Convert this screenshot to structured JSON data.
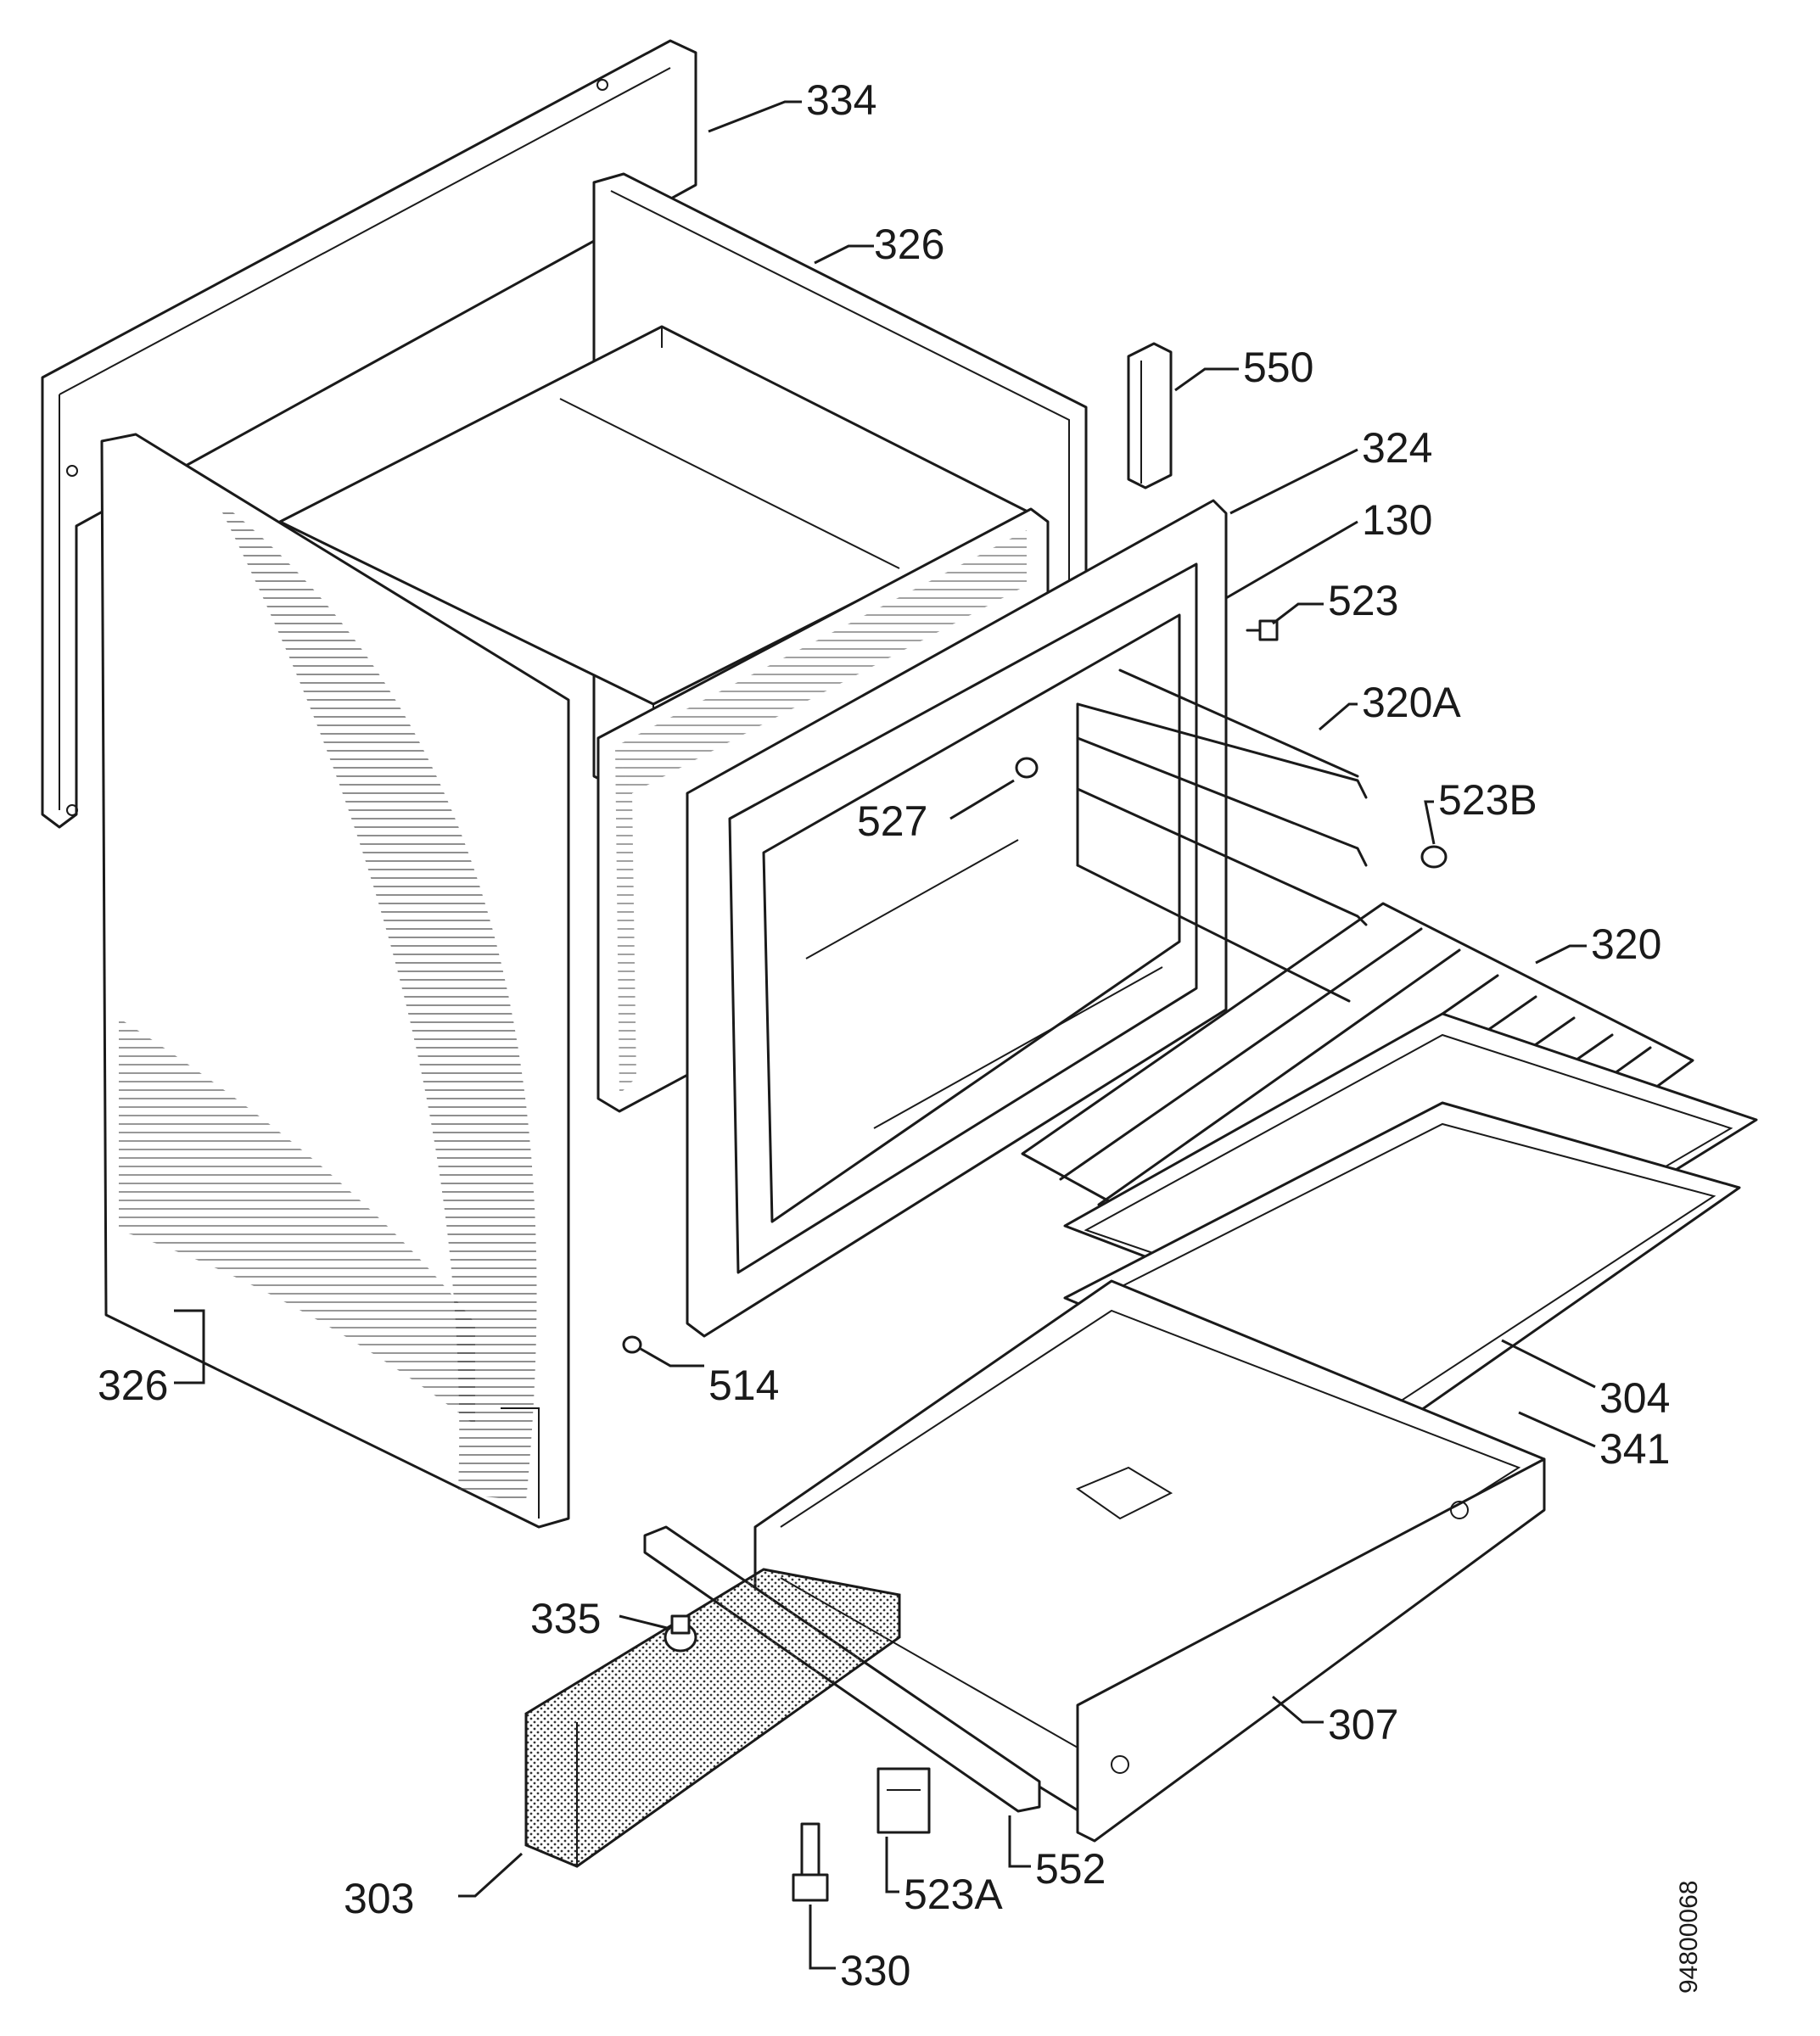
{
  "document_id": "94800068",
  "part_labels": {
    "p334": "334",
    "p326_top": "326",
    "p550": "550",
    "p324": "324",
    "p130": "130",
    "p523": "523",
    "p320a": "320A",
    "p523b": "523B",
    "p527": "527",
    "p320": "320",
    "p326_left": "326",
    "p514": "514",
    "p304": "304",
    "p341": "341",
    "p335": "335",
    "p307": "307",
    "p552": "552",
    "p303": "303",
    "p523a": "523A",
    "p330": "330"
  }
}
